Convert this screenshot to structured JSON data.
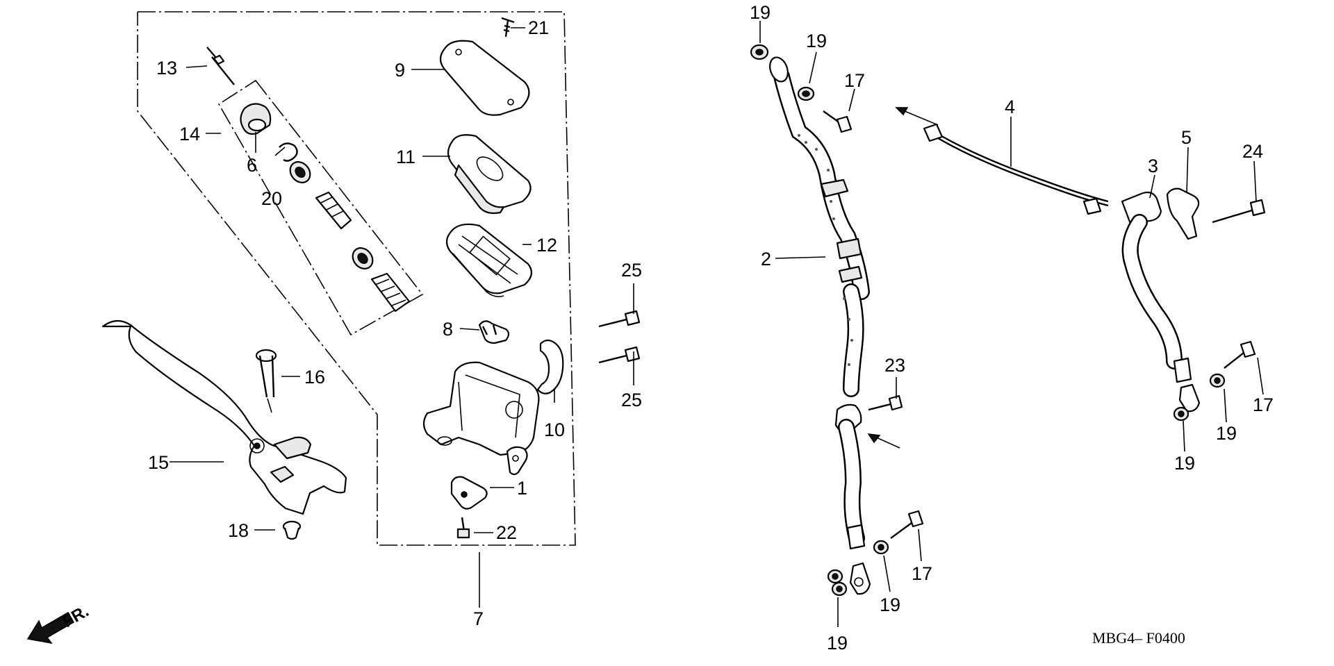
{
  "diagram": {
    "callouts": [
      {
        "id": "c1",
        "text": "1"
      },
      {
        "id": "c2",
        "text": "2"
      },
      {
        "id": "c3",
        "text": "3"
      },
      {
        "id": "c4",
        "text": "4"
      },
      {
        "id": "c5",
        "text": "5"
      },
      {
        "id": "c6",
        "text": "6"
      },
      {
        "id": "c7",
        "text": "7"
      },
      {
        "id": "c8",
        "text": "8"
      },
      {
        "id": "c9",
        "text": "9"
      },
      {
        "id": "c10",
        "text": "10"
      },
      {
        "id": "c11",
        "text": "11"
      },
      {
        "id": "c12",
        "text": "12"
      },
      {
        "id": "c13",
        "text": "13"
      },
      {
        "id": "c14",
        "text": "14"
      },
      {
        "id": "c15",
        "text": "15"
      },
      {
        "id": "c16",
        "text": "16"
      },
      {
        "id": "c17a",
        "text": "17"
      },
      {
        "id": "c17b",
        "text": "17"
      },
      {
        "id": "c17c",
        "text": "17"
      },
      {
        "id": "c18",
        "text": "18"
      },
      {
        "id": "c19a",
        "text": "19"
      },
      {
        "id": "c19b",
        "text": "19"
      },
      {
        "id": "c19c",
        "text": "19"
      },
      {
        "id": "c19d",
        "text": "19"
      },
      {
        "id": "c19e",
        "text": "19"
      },
      {
        "id": "c19f",
        "text": "19"
      },
      {
        "id": "c20",
        "text": "20"
      },
      {
        "id": "c21",
        "text": "21"
      },
      {
        "id": "c22",
        "text": "22"
      },
      {
        "id": "c23",
        "text": "23"
      },
      {
        "id": "c24",
        "text": "24"
      },
      {
        "id": "c25a",
        "text": "25"
      },
      {
        "id": "c25b",
        "text": "25"
      }
    ],
    "direction_label": "FR.",
    "drawing_code": "MBG4– F0400"
  }
}
